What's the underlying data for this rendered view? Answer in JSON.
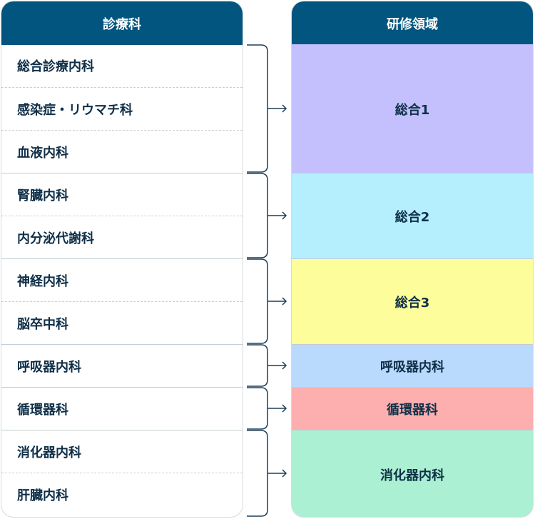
{
  "left_header": "診療科",
  "right_header": "研修領域",
  "groups": [
    {
      "area": "総合1",
      "color": "#c3c0fd",
      "departments": [
        "総合診療内科",
        "感染症・リウマチ科",
        "血液内科"
      ]
    },
    {
      "area": "総合2",
      "color": "#b5eefd",
      "departments": [
        "腎臓内科",
        "内分泌代謝科"
      ]
    },
    {
      "area": "総合3",
      "color": "#fdfd9c",
      "departments": [
        "神経内科",
        "脳卒中科"
      ]
    },
    {
      "area": "呼吸器内科",
      "color": "#b9d9fd",
      "departments": [
        "呼吸器内科"
      ]
    },
    {
      "area": "循環器科",
      "color": "#fdafaf",
      "departments": [
        "循環器科"
      ]
    },
    {
      "area": "消化器内科",
      "color": "#abf0d2",
      "departments": [
        "消化器内科",
        "肝臓内科"
      ]
    }
  ],
  "colors": {
    "header": "#02557e",
    "text": "#0f2f48",
    "bracket": "#1d3f5a"
  }
}
